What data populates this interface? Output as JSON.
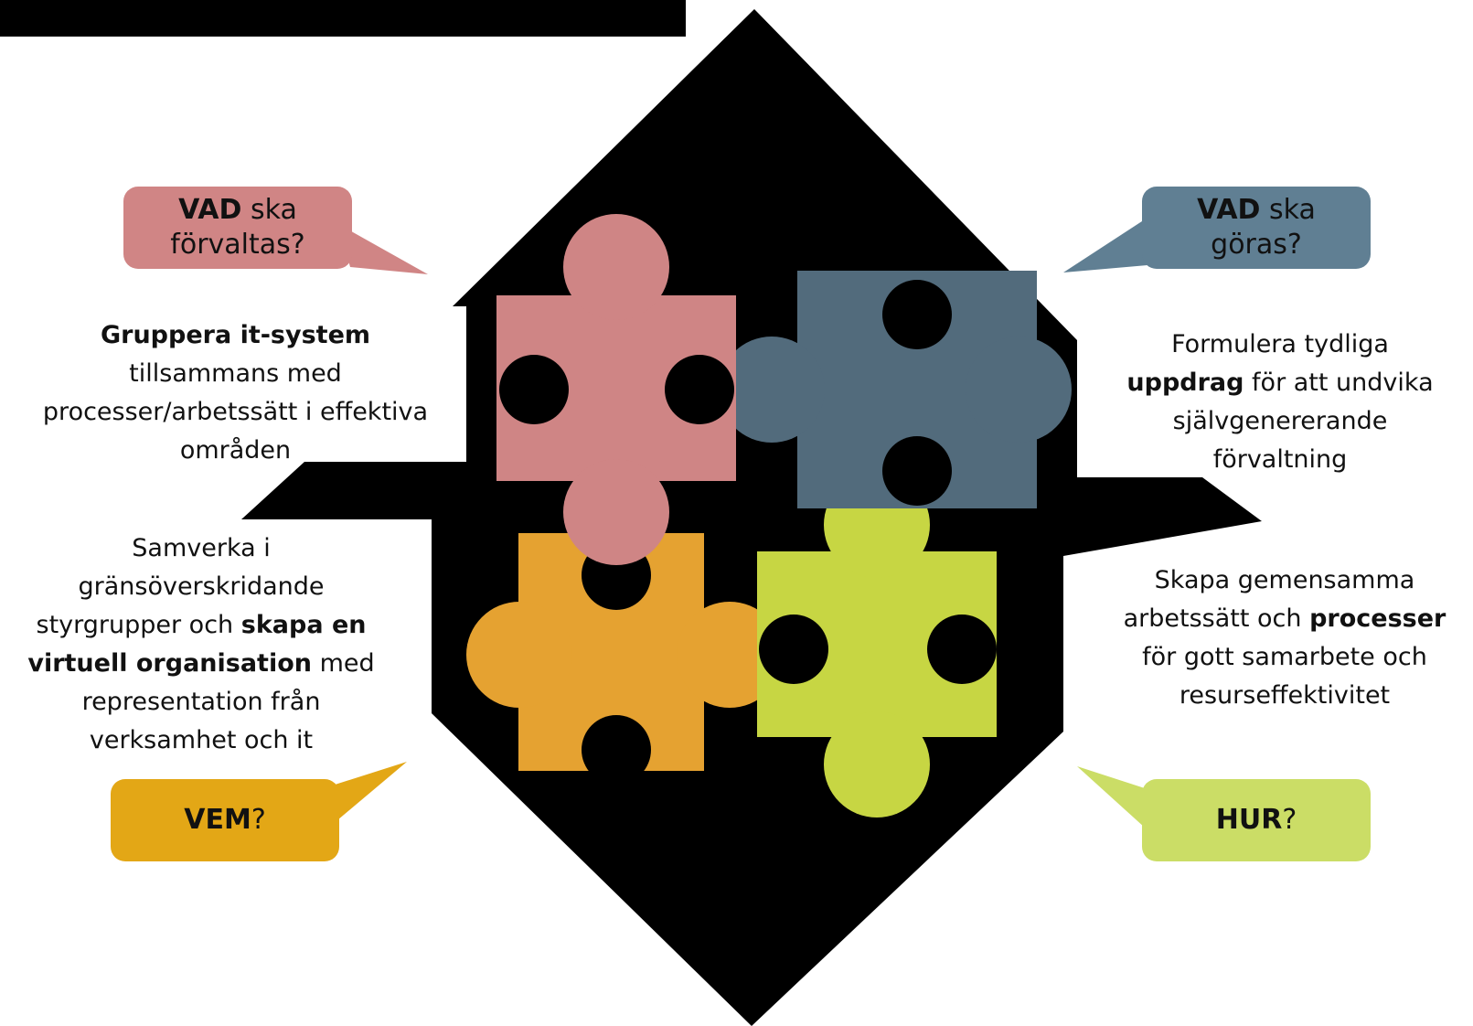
{
  "colors": {
    "background_shape": "#000000",
    "vad_forvaltas": "#d08585",
    "vad_goras": "#607f93",
    "vem": "#e3a716",
    "hur": "#cbdd66",
    "piece_pink": "#cf8585",
    "piece_blue": "#526b7c",
    "piece_orange": "#e5a231",
    "piece_green": "#c7d643"
  },
  "bubbles": {
    "vad_forvaltas": {
      "bold": "VAD",
      "rest1": " ska",
      "line2": "förvaltas?"
    },
    "vad_goras": {
      "bold": "VAD",
      "rest1": " ska",
      "line2": "göras?"
    },
    "vem": {
      "bold": "VEM",
      "rest": "?"
    },
    "hur": {
      "bold": "HUR",
      "rest": "?"
    }
  },
  "texts": {
    "top_left": {
      "l1_bold": "Gruppera it-system",
      "l2": "tillsammans med",
      "l3": "processer/arbetssätt i effektiva",
      "l4": "områden"
    },
    "top_right": {
      "l1": "Formulera tydliga",
      "l2_bold": "uppdrag",
      "l2_rest": " för att undvika",
      "l3": "självgenererande",
      "l4": "förvaltning"
    },
    "bottom_left": {
      "l1": "Samverka i",
      "l2": "gränsöverskridande",
      "l3_pre": "styrgrupper och ",
      "l3_bold": "skapa en",
      "l4_bold": "virtuell organisation",
      "l4_rest": " med",
      "l5": "representation från",
      "l6": "verksamhet och it"
    },
    "bottom_right": {
      "l1": "Skapa gemensamma",
      "l2_pre": "arbetssätt och ",
      "l2_bold": "processer",
      "l3": "för gott samarbete och",
      "l4": "resurseffektivitet"
    }
  }
}
